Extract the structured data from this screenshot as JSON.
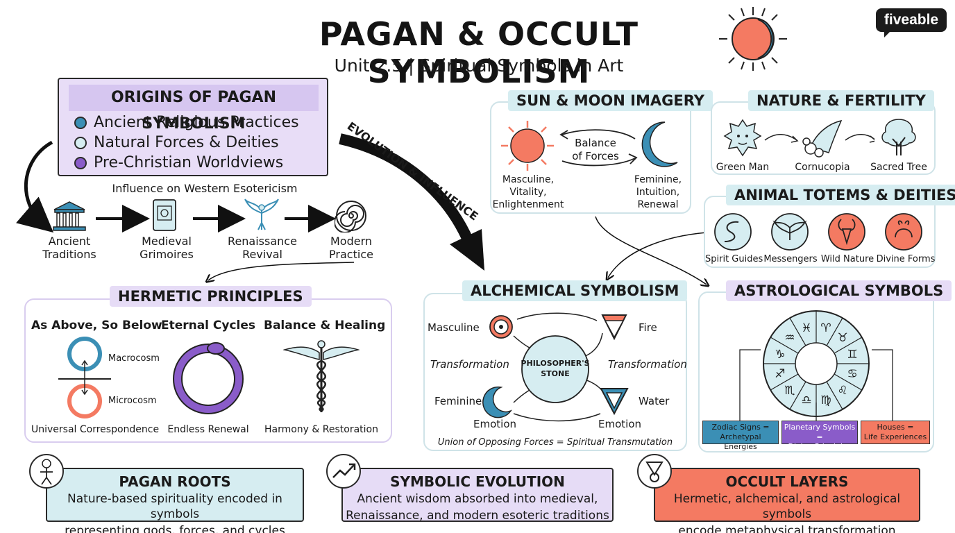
{
  "header": {
    "title": "PAGAN & OCCULT SYMBOLISM",
    "subtitle": "Unit 2.5 | Spiritual Symbols in Art",
    "brand": "fiveable"
  },
  "colors": {
    "teal": "#d6edf1",
    "purple": "#e6dcf6",
    "coral": "#f47a62",
    "blue": "#3b8fb5",
    "violet": "#8a5cc9"
  },
  "origins": {
    "title": "ORIGINS OF PAGAN SYMBOLISM",
    "items": [
      "Ancient Religious Practices",
      "Natural Forces & Deities",
      "Pre-Christian Worldviews"
    ]
  },
  "timeline": {
    "title": "Influence on Western Esotericism",
    "steps": [
      {
        "label_1": "Ancient",
        "label_2": "Traditions",
        "icon": "temple-icon"
      },
      {
        "label_1": "Medieval",
        "label_2": "Grimoires",
        "icon": "grimoire-icon"
      },
      {
        "label_1": "Renaissance",
        "label_2": "Revival",
        "icon": "phoenix-icon"
      },
      {
        "label_1": "Modern",
        "label_2": "Practice",
        "icon": "spiral-icon"
      }
    ]
  },
  "evolution_arrow": "EVOLUTION & INFLUENCE",
  "hermetic": {
    "title": "HERMETIC PRINCIPLES",
    "cols": [
      {
        "title": "As Above, So Below",
        "caption": "Universal Correspondence",
        "top": "Macrocosm",
        "bottom": "Microcosm"
      },
      {
        "title": "Eternal Cycles",
        "caption": "Endless Renewal"
      },
      {
        "title": "Balance & Healing",
        "caption": "Harmony & Restoration"
      }
    ]
  },
  "sun_moon": {
    "title": "SUN & MOON IMAGERY",
    "balance_1": "Balance",
    "balance_2": "of Forces",
    "sun_1": "Masculine,",
    "sun_2": "Vitality,",
    "sun_3": "Enlightenment",
    "moon_1": "Feminine,",
    "moon_2": "Intuition,",
    "moon_3": "Renewal"
  },
  "nature": {
    "title": "NATURE & FERTILITY",
    "items": [
      "Green Man",
      "Cornucopia",
      "Sacred Tree"
    ]
  },
  "animals": {
    "title": "ANIMAL TOTEMS & DEITIES",
    "items": [
      "Spirit Guides",
      "Messengers",
      "Wild Nature",
      "Divine Forms"
    ]
  },
  "alchemy": {
    "title": "ALCHEMICAL SYMBOLISM",
    "masculine": "Masculine",
    "fire": "Fire",
    "feminine": "Feminine",
    "water": "Water",
    "transformation_left": "Transformation",
    "transformation_right": "Transformation",
    "emotion_left": "Emotion",
    "emotion_right": "Emotion",
    "stone_1": "PHILOSOPHER'S",
    "stone_2": "STONE",
    "caption": "Union of Opposing Forces = Spiritual Transmutation"
  },
  "astro": {
    "title": "ASTROLOGICAL SYMBOLS",
    "signs": [
      "♈",
      "♉",
      "♊",
      "♋",
      "♌",
      "♍",
      "♎",
      "♏",
      "♐",
      "♑",
      "♒",
      "♓"
    ],
    "legend": [
      {
        "l1": "Zodiac Signs =",
        "l2": "Archetypal Energies"
      },
      {
        "l1": "Planetary Symbols =",
        "l2": "Divine Principles"
      },
      {
        "l1": "Houses =",
        "l2": "Life Experiences"
      }
    ]
  },
  "bottom": {
    "pagan": {
      "title": "PAGAN ROOTS",
      "l1": "Nature-based spirituality encoded in symbols",
      "l2": "representing gods, forces, and cycles"
    },
    "evolution": {
      "title": "SYMBOLIC EVOLUTION",
      "l1": "Ancient wisdom absorbed into medieval,",
      "l2": "Renaissance, and modern esoteric traditions"
    },
    "occult": {
      "title": "OCCULT LAYERS",
      "l1": "Hermetic, alchemical, and astrological symbols",
      "l2": "encode metaphysical transformation"
    }
  }
}
